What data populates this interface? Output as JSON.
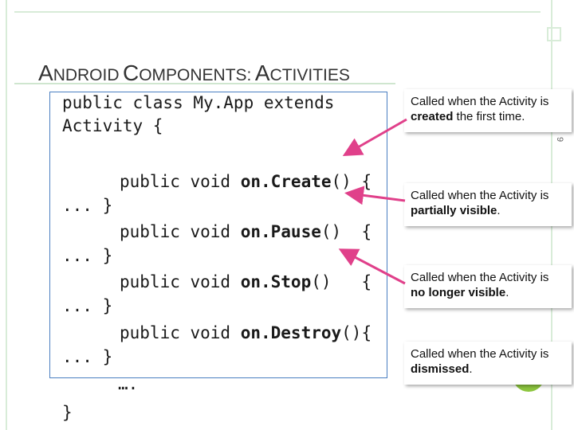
{
  "slide": {
    "title": {
      "word1_cap": "A",
      "word1_rest": "NDROID",
      "word2_cap": "C",
      "word2_rest": "OMPONENTS:",
      "word3_cap": "A",
      "word3_rest": "CTIVITIES"
    },
    "page_number": "9"
  },
  "code": {
    "line1": "public class My.App extends",
    "line2": "Activity {",
    "methods": [
      {
        "prefix": "public void ",
        "name": "on.Create",
        "suffix": "() {",
        "close": "... }"
      },
      {
        "prefix": "public void ",
        "name": "on.Pause",
        "suffix": "()  {",
        "close": "... }"
      },
      {
        "prefix": "public void ",
        "name": "on.Stop",
        "suffix": "()   {",
        "close": "... }"
      },
      {
        "prefix": "public void ",
        "name": "on.Destroy",
        "suffix": "(){",
        "close": "... }"
      }
    ],
    "ellipsis": "….",
    "final_brace": "}"
  },
  "callouts": [
    {
      "pre": "Called when the Activity is ",
      "bold": "created",
      "post": " the first time."
    },
    {
      "pre": "Called when the Activity is ",
      "bold": "partially visible",
      "post": "."
    },
    {
      "pre": "Called when the Activity is ",
      "bold": "no longer visible",
      "post": "."
    },
    {
      "pre": "Called when the Activity is ",
      "bold": "dismissed",
      "post": "."
    }
  ],
  "colors": {
    "arrow": "#e0408a",
    "code_border": "#4a7fc1",
    "accent_green": "#8dc63f"
  }
}
